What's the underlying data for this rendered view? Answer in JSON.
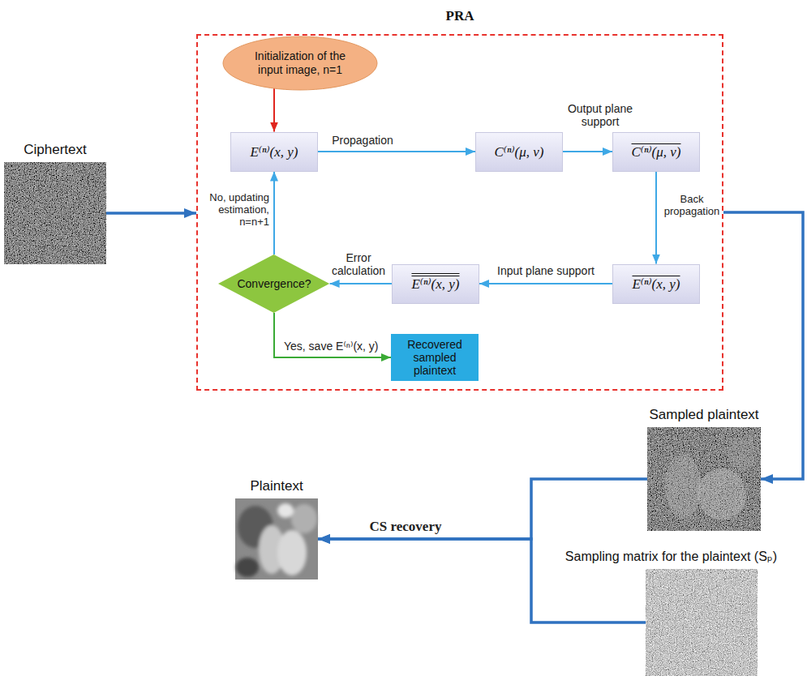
{
  "diagram": {
    "nodes": [
      {
        "text": [
          "PRA"
        ]
      },
      {
        "text": [
          "Initialization of the input image, n=1"
        ],
        "in": 0
      },
      {
        "text": [
          "E⁽ⁿ⁾(x, y)"
        ],
        "in": 0
      },
      {
        "text": [
          "C⁽ⁿ⁾(μ, ν)"
        ],
        "in": 0
      },
      {
        "text": [
          "C⁽ⁿ⁾(μ, ν)"
        ],
        "in": 0
      },
      {
        "text": [
          "E⁽ⁿ⁾(x, y)"
        ],
        "in": 0
      },
      {
        "text": [
          "E⁽ⁿ⁾(x, y)"
        ],
        "in": 0
      },
      {
        "text": [
          "Convergence?"
        ],
        "in": 0
      },
      {
        "text": [
          "Recovered sampled plaintext"
        ],
        "in": 0
      },
      {
        "text": [
          "Ciphertext"
        ]
      },
      {
        "text": [
          "Sampled plaintext"
        ]
      },
      {
        "text": [
          "Plaintext"
        ]
      },
      {
        "text": [
          "Sampling matrix for the plaintext (Sₚ)"
        ]
      }
    ],
    "edges": [
      {
        "from": 1,
        "to": 2,
        "arrow": "to"
      },
      {
        "from": 2,
        "to": 3,
        "label": "Propagation",
        "arrow": "to"
      },
      {
        "from": 3,
        "to": 4,
        "label": "Output plane support",
        "arrow": "to"
      },
      {
        "from": 4,
        "to": 5,
        "label": "Back propagation",
        "arrow": "to"
      },
      {
        "from": 5,
        "to": 6,
        "label": "Input plane support",
        "arrow": "to"
      },
      {
        "from": 6,
        "to": 7,
        "label": "Error calculation",
        "arrow": "to"
      },
      {
        "from": 7,
        "to": 2,
        "label": "No, updating estimation, n=n+1",
        "arrow": "to"
      },
      {
        "from": 7,
        "to": 8,
        "label": "Yes, save E⁽ⁿ⁾(x, y)",
        "arrow": "to"
      },
      {
        "from": 9,
        "to": 0,
        "arrow": "to"
      },
      {
        "from": 0,
        "to": 10,
        "arrow": "to"
      },
      {
        "from": 10,
        "to": 11,
        "label": "CS recovery",
        "arrow": "to"
      },
      {
        "from": 12,
        "to": 11,
        "arrow": "to"
      }
    ]
  }
}
